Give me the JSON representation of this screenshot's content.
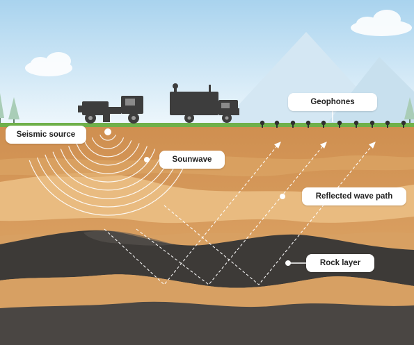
{
  "labels": {
    "seismic_source": "Seismic source",
    "soundwave": "Sounwave",
    "geophones": "Geophones",
    "reflected_wave_path": "Reflected wave path",
    "rock_layer": "Rock layer"
  },
  "icons": {
    "vibroseis_truck": "vibroseis-truck-icon",
    "recording_truck": "recording-truck-icon",
    "geophone": "geophone-icon",
    "tree": "tree-icon",
    "cloud": "cloud-icon",
    "mountain": "mountain-icon"
  },
  "colors": {
    "sky_top": "#a9d3ee",
    "sky_bottom": "#eef7fc",
    "mountain": "#d6e8f3",
    "grass": "#6fb04a",
    "soil_light": "#d89b5c",
    "soil_mid": "#c98a4b",
    "soil_band": "#e0ae72",
    "rock_dark": "#3b3937",
    "rock_mid": "#6b6660",
    "truck": "#3d3d3d",
    "tree": "#a9cdb7",
    "callout_bg": "#ffffff",
    "callout_text": "#222222"
  }
}
